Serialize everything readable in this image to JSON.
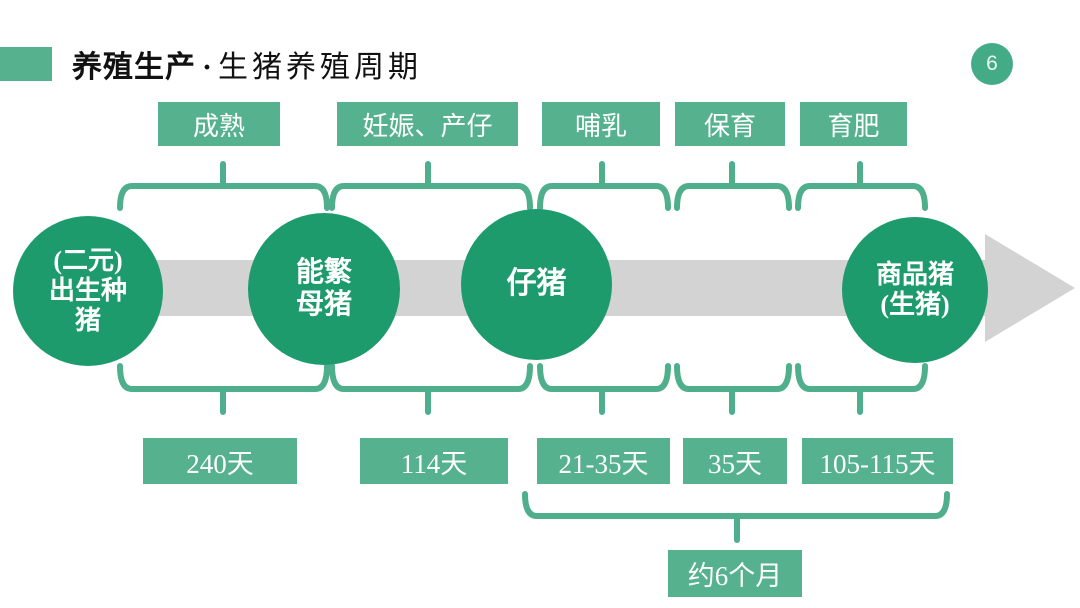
{
  "colors": {
    "circle_green": "#1e9b6d",
    "box_green": "#56b28e",
    "brace_green": "#4fae8b",
    "arrow_gray": "#d3d3d3",
    "page_badge_green": "#43ab85",
    "title_color": "#111111"
  },
  "header": {
    "title_prefix": "养殖生产",
    "title_separator": "·",
    "title_rest": "生猪养殖周期",
    "page_number": "6"
  },
  "stages": [
    {
      "label": "成熟",
      "duration": "240天"
    },
    {
      "label": "妊娠、产仔",
      "duration": "114天"
    },
    {
      "label": "哺乳",
      "duration": "21-35天"
    },
    {
      "label": "保育",
      "duration": "35天"
    },
    {
      "label": "育肥",
      "duration": "105-115天"
    }
  ],
  "nodes": [
    {
      "lines": [
        "(二元)",
        "出生种",
        "猪"
      ]
    },
    {
      "lines": [
        "能繁",
        "母猪"
      ]
    },
    {
      "lines": [
        "仔猪"
      ]
    },
    {
      "lines": [
        "商品猪",
        "(生猪)"
      ]
    }
  ],
  "summary": {
    "total_duration": "约6个月"
  }
}
